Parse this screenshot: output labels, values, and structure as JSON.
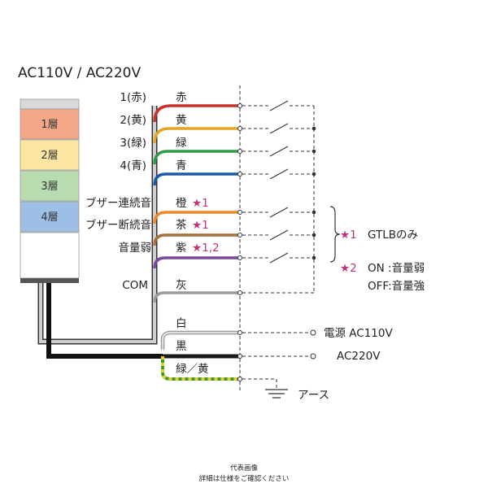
{
  "header": {
    "voltage": "AC110V / AC220V"
  },
  "tiers": [
    {
      "label": "1層",
      "color": "#f2a789"
    },
    {
      "label": "2層",
      "color": "#fde6a2"
    },
    {
      "label": "3層",
      "color": "#b8dcaf"
    },
    {
      "label": "4層",
      "color": "#9dbfe6"
    }
  ],
  "wires": [
    {
      "left": "1(赤)",
      "name": "赤",
      "color": "#c8322c"
    },
    {
      "left": "2(黄)",
      "name": "黄",
      "color": "#e3a527"
    },
    {
      "left": "3(緑)",
      "name": "緑",
      "color": "#2f9a46"
    },
    {
      "left": "4(青)",
      "name": "青",
      "color": "#1c5aa5"
    },
    {
      "left": "ブザー連続音",
      "name": "橙",
      "star": "★1",
      "color": "#ee8a2a"
    },
    {
      "left": "ブザー断続音",
      "name": "茶",
      "star": "★1",
      "color": "#a6703a"
    },
    {
      "left": "音量弱",
      "name": "紫",
      "star": "★1,2",
      "color": "#7a4aa0"
    },
    {
      "left": "COM",
      "name": "灰",
      "color": "#9a9a9a"
    }
  ],
  "power_wires": [
    {
      "name": "白",
      "color": "#dddddd"
    },
    {
      "name": "黒",
      "color": "#1a1a1a"
    },
    {
      "name": "緑／黄",
      "color": "#3a9a3a",
      "stripe": "#e6cf2a"
    }
  ],
  "notes": {
    "note1_star": "★1",
    "note1_text": "GTLBのみ",
    "note2_star": "★2",
    "note2_line1": "ON :音量弱",
    "note2_line2": "OFF:音量強"
  },
  "power": {
    "label": "電源 AC110V",
    "label2": "AC220V"
  },
  "earth": {
    "label": "アース"
  },
  "footer": {
    "line1": "代表画像",
    "line2": "詳細は仕様をご確認ください"
  }
}
